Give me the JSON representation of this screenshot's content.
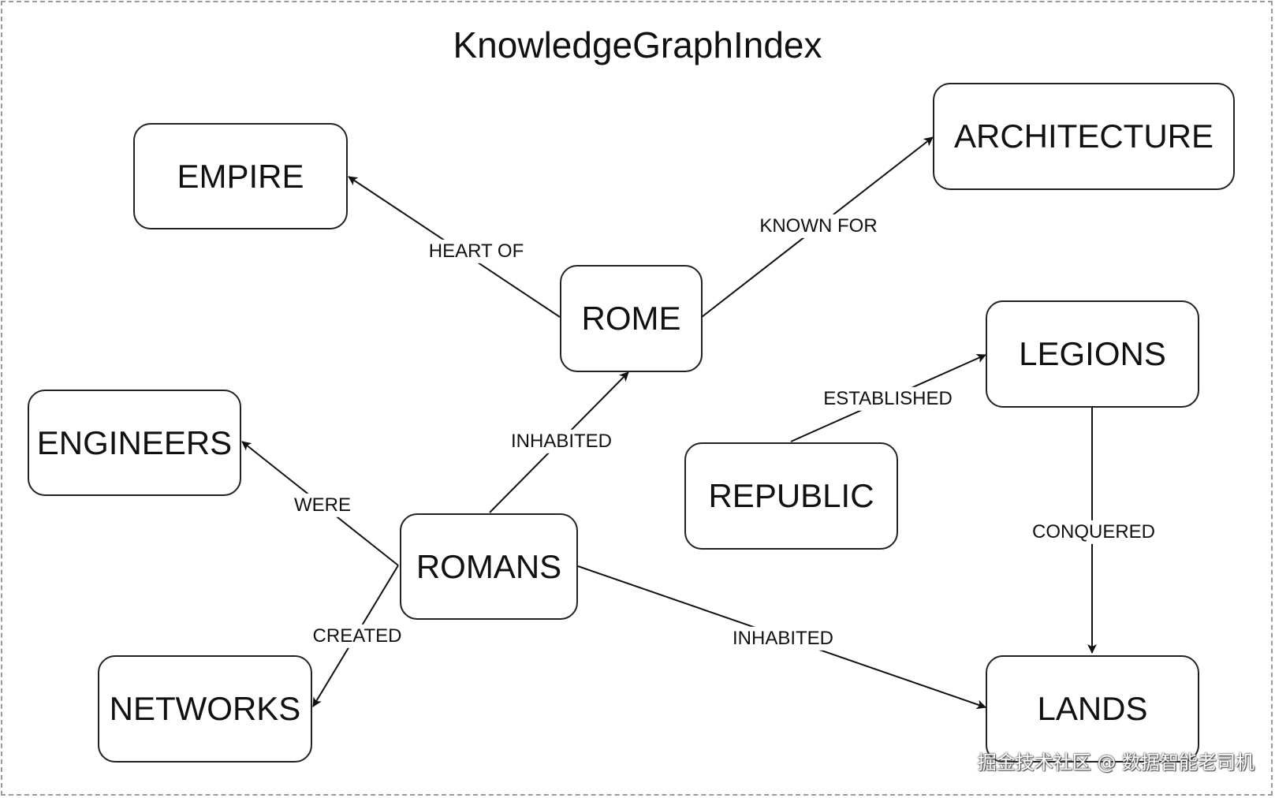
{
  "title": "KnowledgeGraphIndex",
  "nodes": {
    "empire": "EMPIRE",
    "architecture": "ARCHITECTURE",
    "rome": "ROME",
    "legions": "LEGIONS",
    "engineers": "ENGINEERS",
    "republic": "REPUBLIC",
    "romans": "ROMANS",
    "networks": "NETWORKS",
    "lands": "LANDS"
  },
  "edges": {
    "rome_empire": "HEART OF",
    "rome_architecture": "KNOWN FOR",
    "republic_legions": "ESTABLISHED",
    "romans_rome": "INHABITED",
    "romans_engineers": "WERE",
    "legions_lands": "CONQUERED",
    "romans_networks": "CREATED",
    "romans_lands": "INHABITED"
  },
  "watermark": "掘金技术社区 @ 数据智能老司机",
  "colors": {
    "line": "#111111",
    "frame": "#9a9a9a",
    "background": "#ffffff"
  }
}
